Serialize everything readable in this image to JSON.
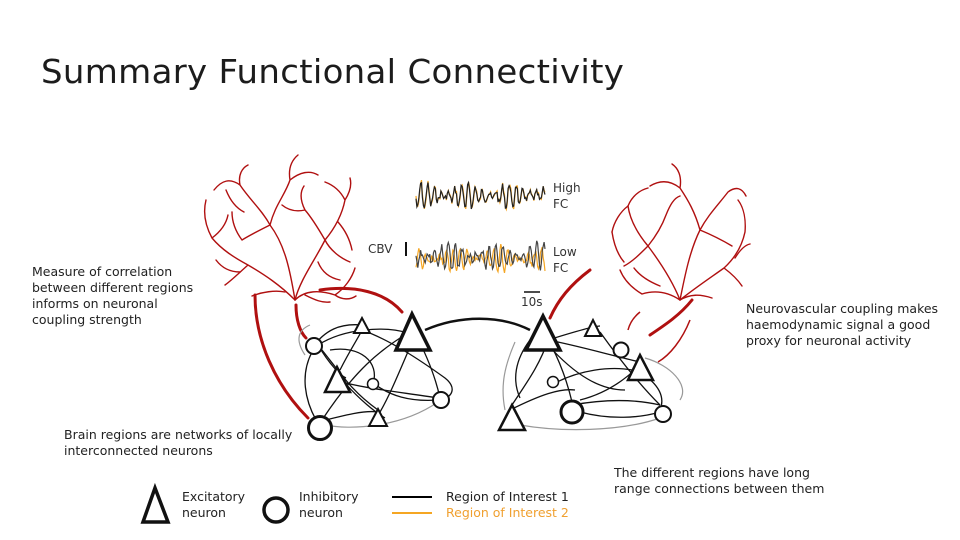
{
  "title": "Summary Functional Connectivity",
  "annotations": {
    "correlation": [
      "Measure of correlation",
      "between different regions",
      "informs on neuronal",
      "coupling strength"
    ],
    "networks": [
      "Brain regions are networks of locally",
      "interconnected neurons"
    ],
    "neurovascular": [
      "Neurovascular coupling makes",
      "haemodynamic signal a good",
      "proxy for neuronal activity"
    ],
    "long_range": [
      "The different regions have long",
      "range connections between them"
    ]
  },
  "traces": {
    "high": [
      "High",
      "FC"
    ],
    "low": [
      "Low",
      "FC"
    ],
    "cbv": "CBV",
    "scale": "10s"
  },
  "legend": {
    "excitatory": [
      "Excitatory",
      "neuron"
    ],
    "inhibitory": [
      "Inhibitory",
      "neuron"
    ],
    "roi1": "Region of Interest 1",
    "roi2": "Region of Interest 2"
  },
  "colors": {
    "vessel": "#b01010",
    "roi1": "#000000",
    "roi2": "#f5a623",
    "roi2_text": "#f0a030"
  }
}
